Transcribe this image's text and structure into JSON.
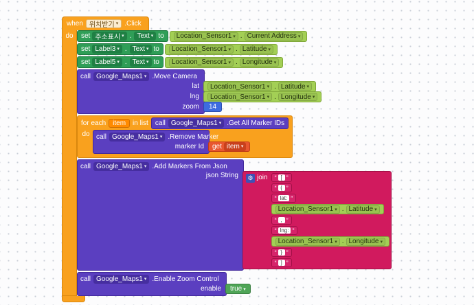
{
  "ui": {
    "dot": "."
  },
  "colors": {
    "event_orange": "#F9A11E",
    "setter_green": "#2F9E57",
    "getter_green": "#A3CF55",
    "call_purple": "#5B3FC0",
    "text_pink": "#D11A5E",
    "math_blue": "#3D6CE0",
    "variable_orange": "#E8572F",
    "logic_green": "#4FA557"
  },
  "when_block": {
    "keyword": "when",
    "component": "위치받기",
    "event": ".Click",
    "do_label": "do"
  },
  "setters": [
    {
      "keyword": "set",
      "component": "주소표시",
      "property": "Text",
      "to": "to",
      "value": {
        "component": "Location_Sensor1",
        "property": "Current Address"
      }
    },
    {
      "keyword": "set",
      "component": "Label3",
      "property": "Text",
      "to": "to",
      "value": {
        "component": "Location_Sensor1",
        "property": "Latitude"
      }
    },
    {
      "keyword": "set",
      "component": "Label5",
      "property": "Text",
      "to": "to",
      "value": {
        "component": "Location_Sensor1",
        "property": "Longitude"
      }
    }
  ],
  "move_camera": {
    "keyword": "call",
    "component": "Google_Maps1",
    "method": ".Move Camera",
    "args": [
      {
        "label": "lat",
        "getter": {
          "component": "Location_Sensor1",
          "property": "Latitude"
        }
      },
      {
        "label": "lng",
        "getter": {
          "component": "Location_Sensor1",
          "property": "Longitude"
        }
      },
      {
        "label": "zoom",
        "number": "14"
      }
    ]
  },
  "for_each": {
    "keyword": "for each",
    "variable": "item",
    "in_list": "in list",
    "list_value": {
      "keyword": "call",
      "component": "Google_Maps1",
      "method": ".Get All Marker IDs"
    },
    "do_label": "do",
    "body": {
      "keyword": "call",
      "component": "Google_Maps1",
      "method": ".Remove Marker",
      "arg_label": "marker Id",
      "value": {
        "keyword": "get",
        "variable": "item"
      }
    }
  },
  "add_markers": {
    "keyword": "call",
    "component": "Google_Maps1",
    "method": ".Add Markers From Json",
    "arg_label": "json String",
    "join": {
      "label": "join",
      "args": [
        {
          "type": "string",
          "text": "["
        },
        {
          "type": "string",
          "text": "{"
        },
        {
          "type": "string",
          "text": "lat:"
        },
        {
          "type": "getter",
          "component": "Location_Sensor1",
          "property": "Latitude"
        },
        {
          "type": "string",
          "text": ","
        },
        {
          "type": "string",
          "text": "lng:"
        },
        {
          "type": "getter",
          "component": "Location_Sensor1",
          "property": "Longitude"
        },
        {
          "type": "string",
          "text": "}"
        },
        {
          "type": "string",
          "text": "]"
        }
      ]
    }
  },
  "enable_zoom": {
    "keyword": "call",
    "component": "Google_Maps1",
    "method": ".Enable Zoom Control",
    "arg_label": "enable",
    "value": "true"
  }
}
